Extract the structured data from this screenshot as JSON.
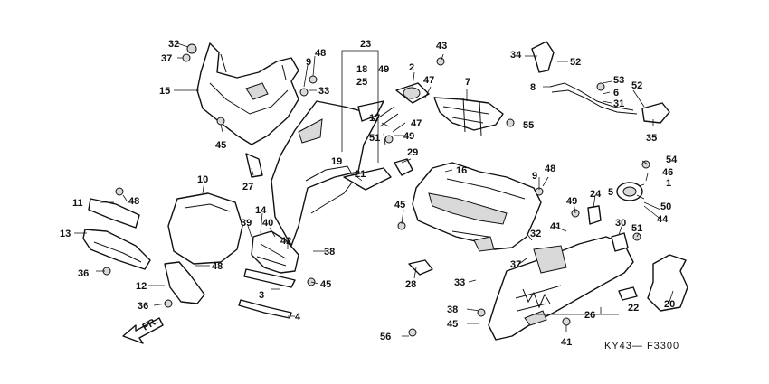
{
  "diagram": {
    "code": "KY43— F3300",
    "direction": "FR.",
    "callouts": [
      "32",
      "37",
      "15",
      "48",
      "9",
      "33",
      "23",
      "18",
      "25",
      "49",
      "43",
      "2",
      "47",
      "7",
      "34",
      "52",
      "8",
      "53",
      "6",
      "31",
      "52",
      "35",
      "45",
      "17",
      "47",
      "49",
      "51",
      "55",
      "29",
      "19",
      "21",
      "16",
      "27",
      "9",
      "48",
      "54",
      "46",
      "1",
      "10",
      "11",
      "48",
      "45",
      "5",
      "50",
      "44",
      "49",
      "24",
      "13",
      "39",
      "14",
      "40",
      "42",
      "38",
      "41",
      "30",
      "51",
      "32",
      "37",
      "36",
      "48",
      "12",
      "3",
      "45",
      "28",
      "33",
      "36",
      "4",
      "38",
      "45",
      "26",
      "22",
      "20",
      "56",
      "41"
    ]
  }
}
